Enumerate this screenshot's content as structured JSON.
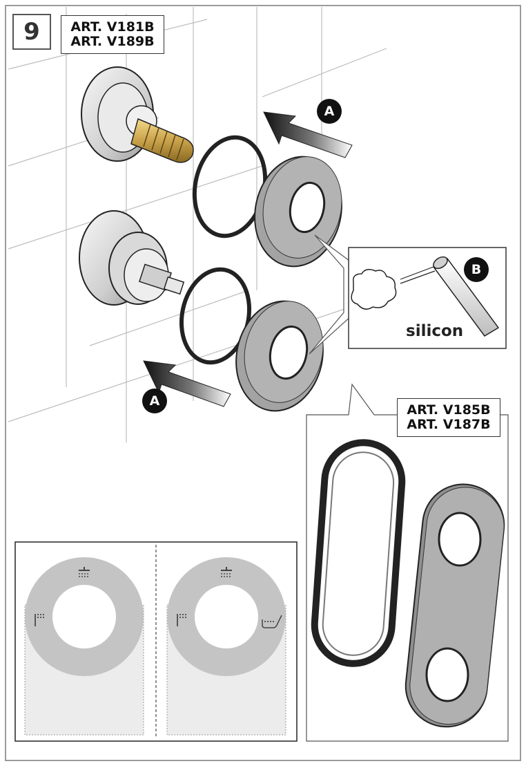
{
  "step": {
    "number": "9"
  },
  "articles_top": {
    "line1": "ART. V181B",
    "line2": "ART. V189B"
  },
  "articles_alt": {
    "line1": "ART. V185B",
    "line2": "ART. V187B"
  },
  "callouts": {
    "a": "A",
    "b": "B"
  },
  "silicon_label": "silicon",
  "colors": {
    "outline": "#222222",
    "plate_grey": "#a8a8a8",
    "light_grey": "#d0d0d0",
    "brass": "#c9a24a",
    "panel_fill": "#e6e6e6"
  },
  "icons": [
    "overhead-shower-icon",
    "hand-shower-icon",
    "bathtub-icon",
    "arrow-icon",
    "silicone-tube-icon"
  ]
}
